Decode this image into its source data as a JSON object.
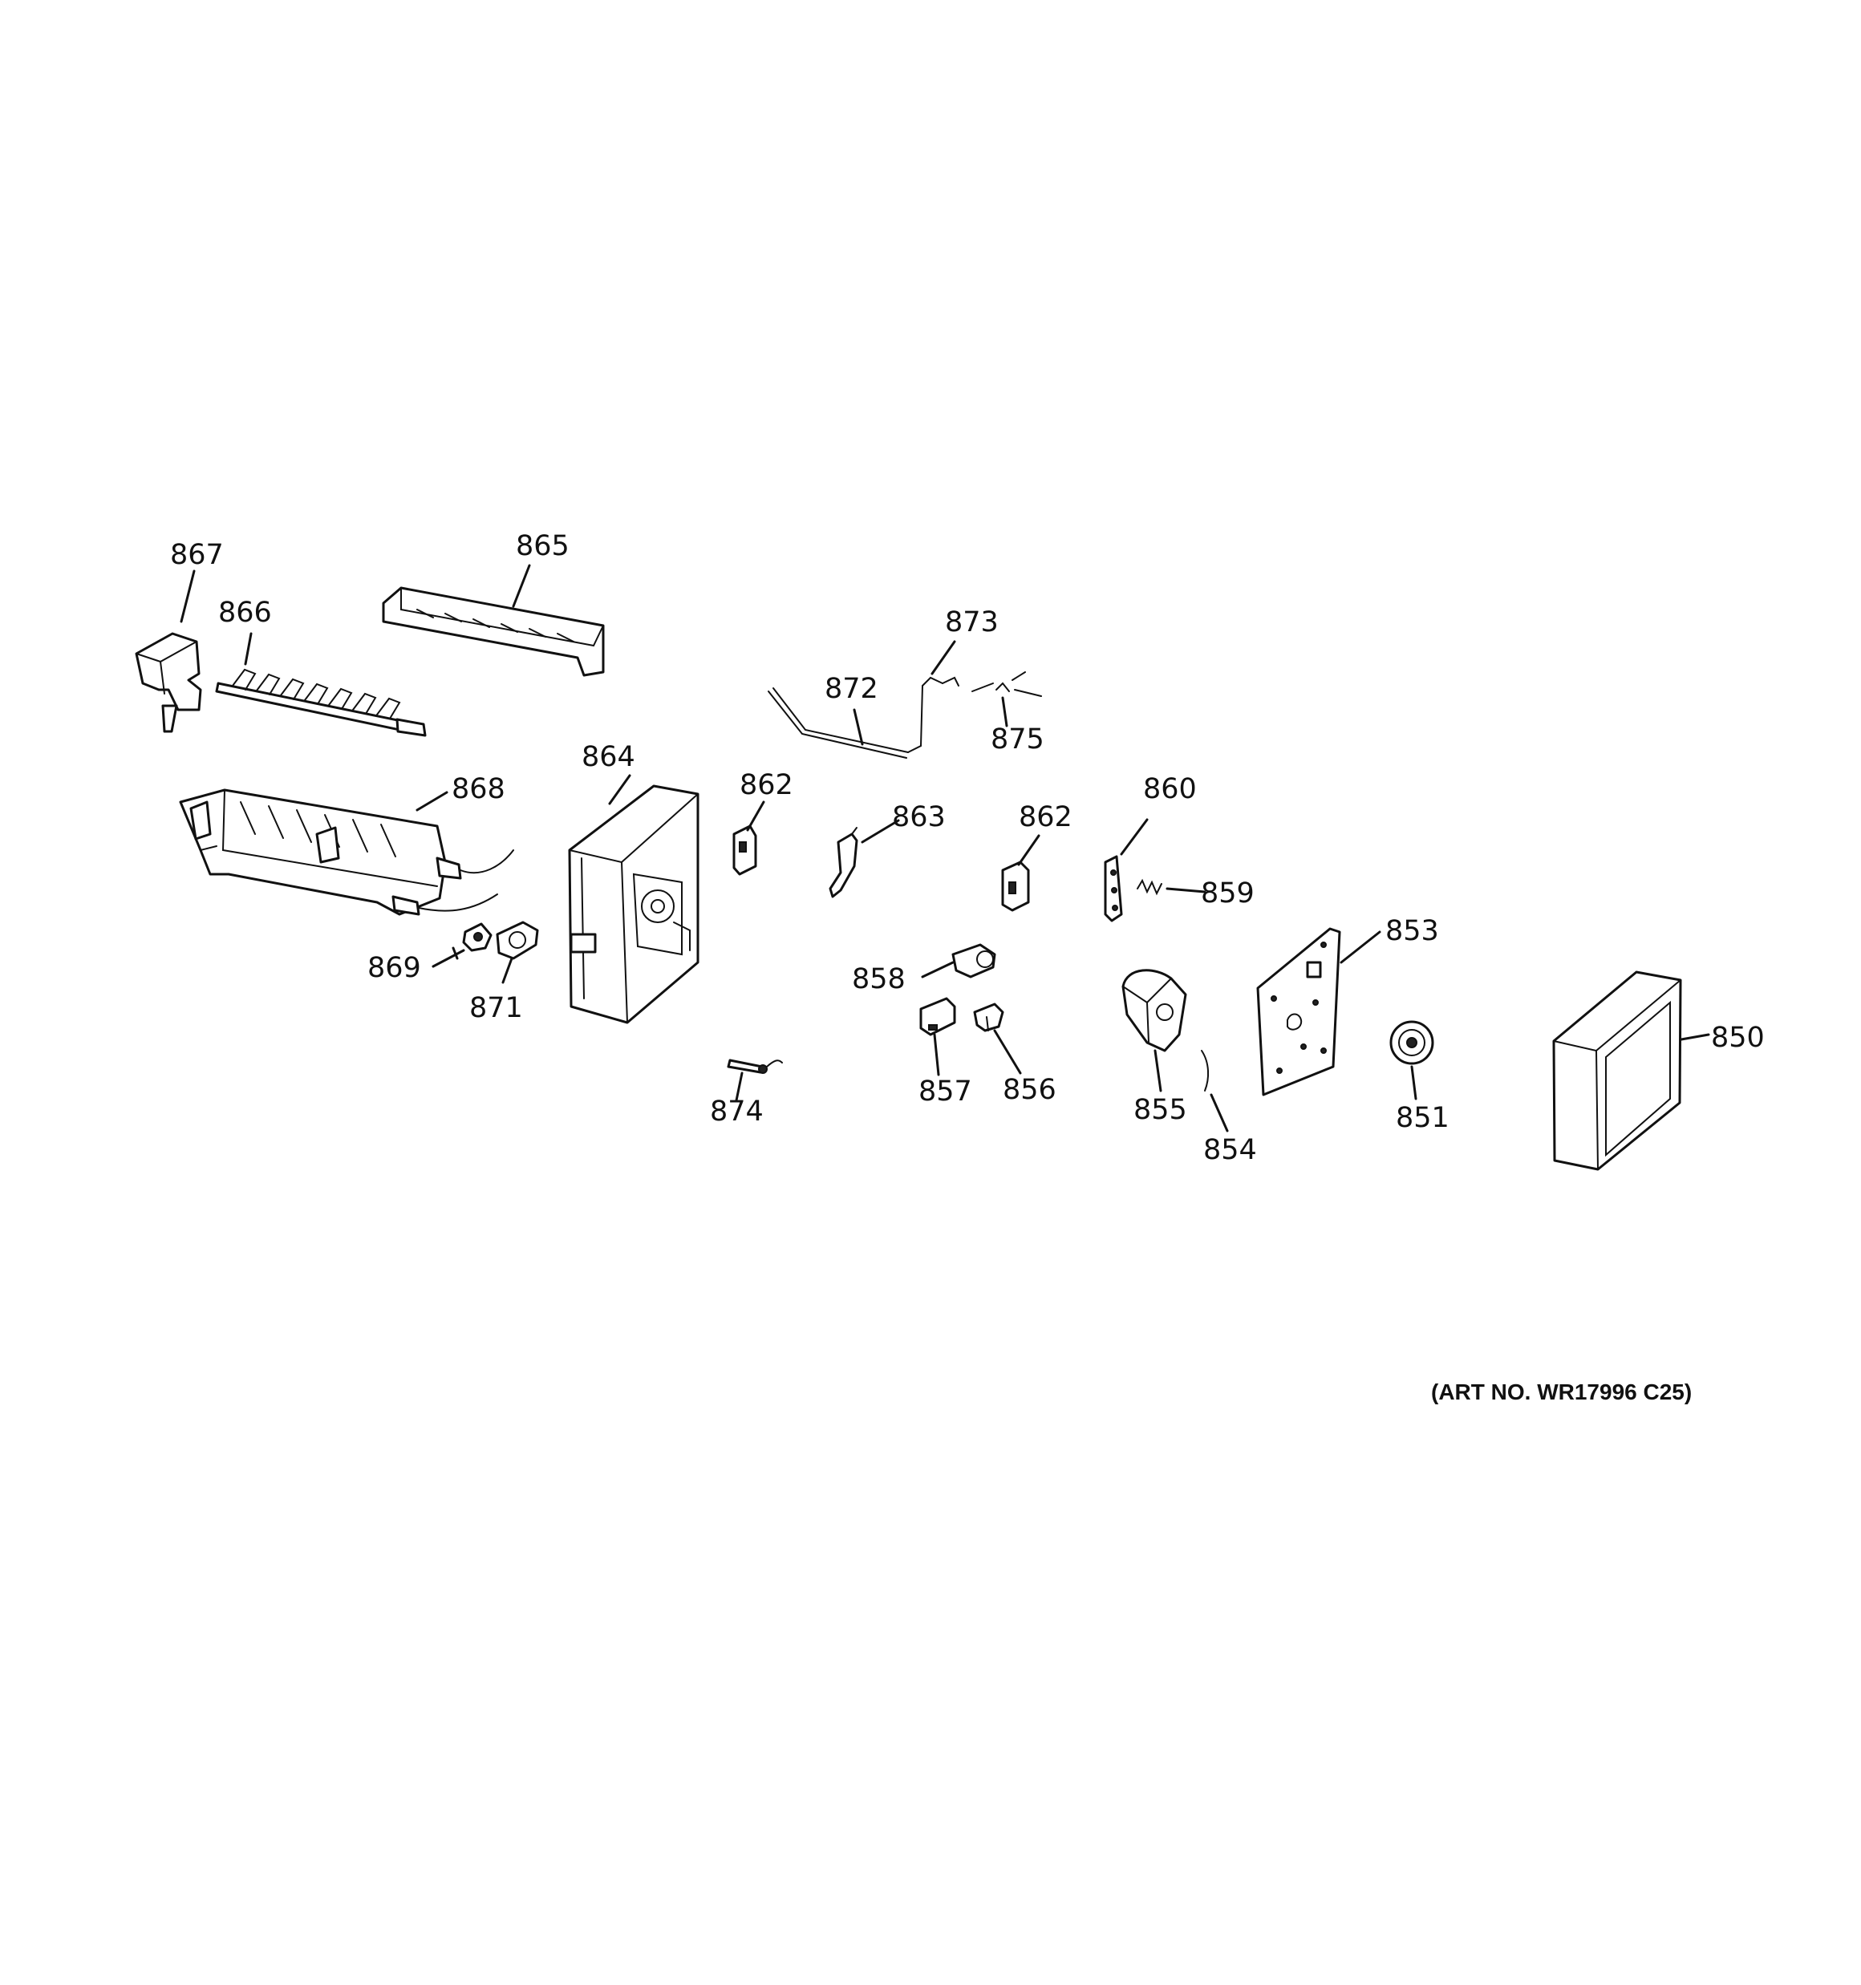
{
  "diagram": {
    "art_number": "(ART NO. WR17996 C25)",
    "callouts": {
      "p850": "850",
      "p851": "851",
      "p853": "853",
      "p854": "854",
      "p855": "855",
      "p856": "856",
      "p857": "857",
      "p858": "858",
      "p859": "859",
      "p860": "860",
      "p862a": "862",
      "p862b": "862",
      "p863": "863",
      "p864": "864",
      "p865": "865",
      "p866": "866",
      "p867": "867",
      "p868": "868",
      "p869": "869",
      "p871": "871",
      "p872": "872",
      "p873": "873",
      "p874": "874",
      "p875": "875"
    }
  }
}
